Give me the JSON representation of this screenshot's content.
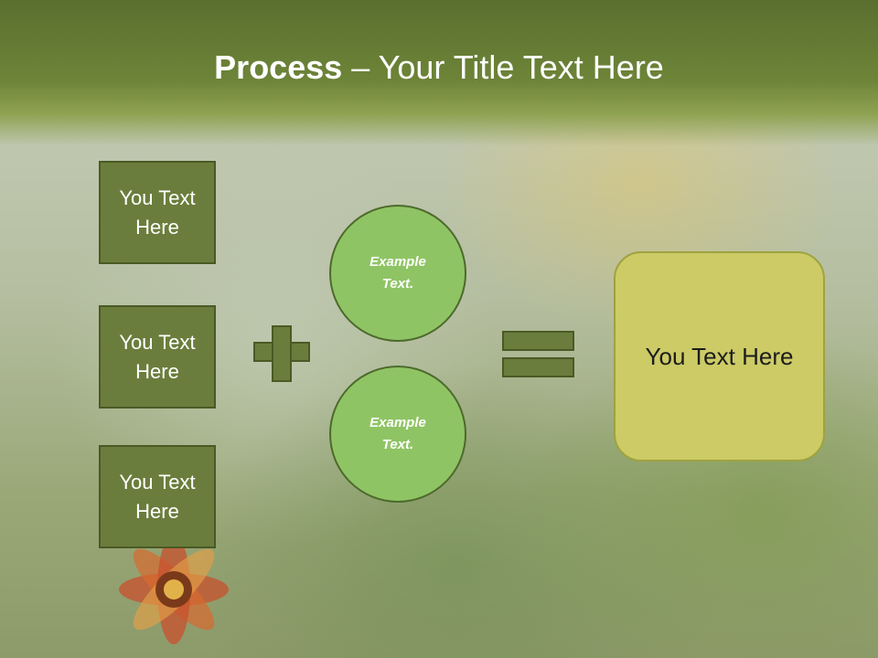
{
  "slide": {
    "title_bold": "Process",
    "title_rest": " – Your Title Text Here",
    "left_boxes": [
      {
        "label": "You Text\nHere"
      },
      {
        "label": "You Text\nHere"
      },
      {
        "label": "You Text\nHere"
      }
    ],
    "circles": [
      {
        "label": "Example\nText."
      },
      {
        "label": "Example\nText."
      }
    ],
    "result": {
      "label": "You Text Here"
    }
  },
  "colors": {
    "header": "#6d8438",
    "box_fill": "#6b7d3c",
    "circle_fill": "#8fc464",
    "result_fill": "#cccb66"
  },
  "icons": {
    "operator_1": "plus-icon",
    "operator_2": "equals-icon"
  }
}
